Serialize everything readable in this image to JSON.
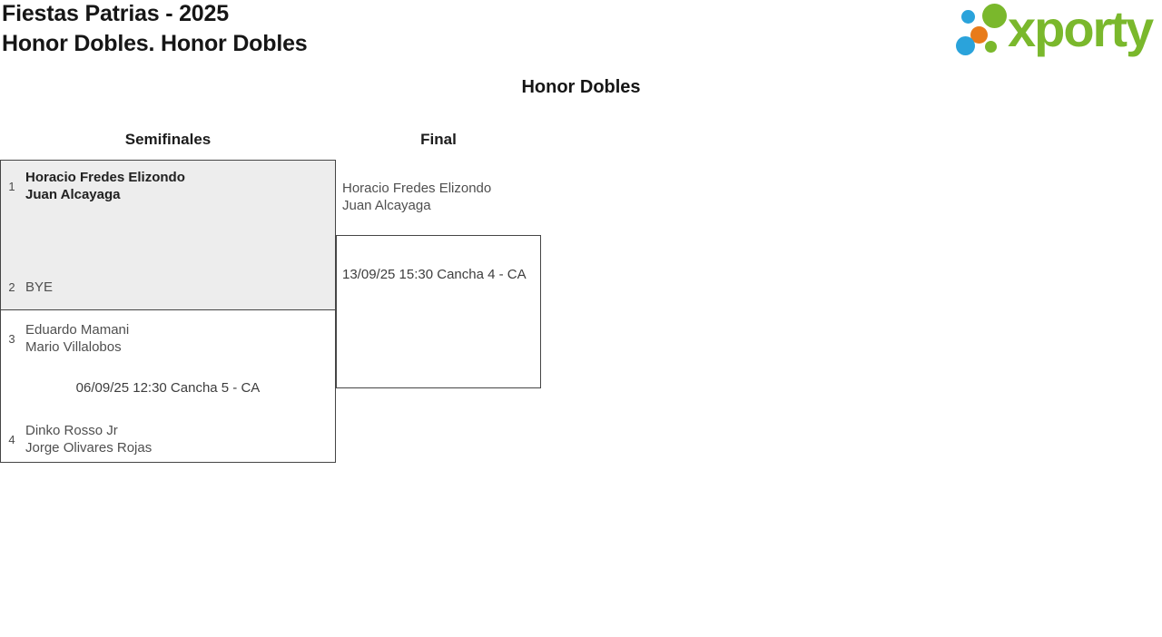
{
  "page": {
    "title_line1": "Fiestas Patrias - 2025",
    "title_line2": "Honor Dobles. Honor Dobles"
  },
  "logo": {
    "wordmark": "xporty",
    "colors": {
      "green": "#7ab82c",
      "blue": "#2aa3db",
      "orange": "#e87b1a"
    }
  },
  "bracket": {
    "title": "Honor Dobles",
    "round_headers": [
      {
        "label": "Semifinales"
      },
      {
        "label": "Final"
      }
    ],
    "highlight_color": "#ededed",
    "semifinal_1": {
      "team_1": {
        "seed": "1",
        "player_1": "Horacio Fredes Elizondo",
        "player_2": "Juan Alcayaga"
      },
      "team_2": {
        "seed": "2",
        "player_1": "BYE"
      }
    },
    "semifinal_2": {
      "team_1": {
        "seed": "3",
        "player_1": "Eduardo Mamani",
        "player_2": "Mario Villalobos"
      },
      "team_2": {
        "seed": "4",
        "player_1": "Dinko Rosso Jr",
        "player_2": "Jorge Olivares Rojas"
      },
      "schedule": "06/09/25 12:30 Cancha 5 - CA"
    },
    "final": {
      "advancing_team": {
        "player_1": "Horacio Fredes Elizondo",
        "player_2": "Juan Alcayaga"
      },
      "schedule": "13/09/25 15:30 Cancha 4 - CA"
    }
  }
}
